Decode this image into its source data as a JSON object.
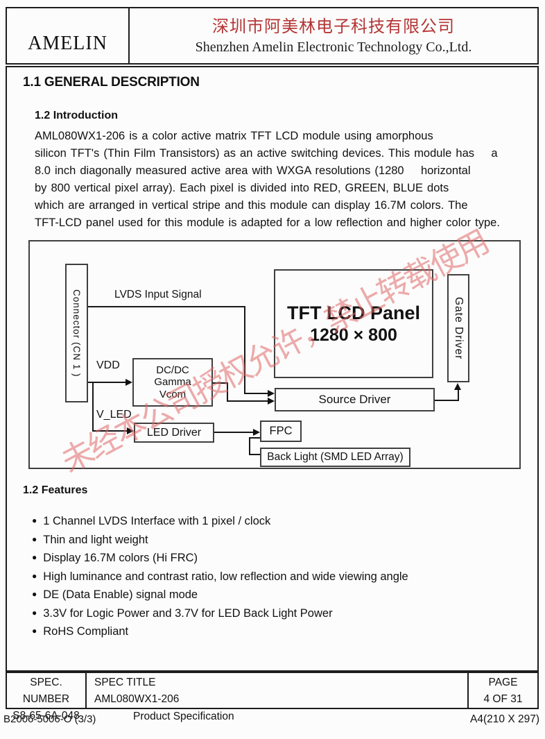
{
  "colors": {
    "company_red": "#b53535",
    "watermark_red": "#e06868",
    "text": "#111111",
    "border": "#1c1c1c"
  },
  "header": {
    "logo": "AMELIN",
    "company_cn": "深圳市阿美林电子科技有限公司",
    "company_en": "Shenzhen Amelin Electronic Technology Co.,Ltd."
  },
  "section": {
    "title": "1.1 GENERAL DESCRIPTION",
    "intro_heading": "1.2 Introduction",
    "intro_lines": [
      "AML080WX1-206 is a color active matrix TFT LCD module using amorphous",
      "silicon TFT's (Thin Film Transistors) as an active switching devices. This module has    a",
      "8.0 inch diagonally measured active area with WXGA resolutions (1280    horizontal",
      "by 800 vertical pixel array). Each pixel is divided into RED, GREEN, BLUE dots",
      "which are arranged in vertical stripe and this module can display 16.7M colors. The",
      "TFT-LCD panel used for this module is adapted for a low reflection and higher color type."
    ]
  },
  "diagram": {
    "connector": "Connector (CN 1 )",
    "lvds_label": "LVDS Input Signal",
    "vdd_label": "VDD",
    "vled_label": "V_LED",
    "dcdc_lines": [
      "DC/DC",
      "Gamma",
      "Vcom"
    ],
    "tft_title": "TFT LCD Panel",
    "tft_res": "1280 × 800",
    "gate_driver": "Gate Driver",
    "source_driver": "Source Driver",
    "led_driver": "LED Driver",
    "fpc": "FPC",
    "backlight": "Back Light (SMD LED Array)"
  },
  "watermark": {
    "text": "未经本公司授权允许，禁止转载使用"
  },
  "features": {
    "heading": "1.2 Features",
    "bullet_glyph": "●",
    "items": [
      "1 Channel LVDS Interface with 1 pixel / clock",
      "Thin and light weight",
      "Display 16.7M colors (Hi FRC)",
      "High luminance and contrast ratio, low reflection and wide viewing angle",
      "DE (Data Enable) signal mode",
      "3.3V for Logic Power and 3.7V for LED Back Light Power",
      "RoHS Compliant"
    ]
  },
  "footer": {
    "spec_number_label": "SPEC. NUMBER",
    "spec_number": "S8-65-6A-048",
    "spec_title_label": "SPEC TITLE",
    "spec_title": "AML080WX1-206",
    "page_label": "PAGE",
    "page": "4  OF 31",
    "doc_code": "B2006-5006-O (3/3)",
    "doc_type": "Product Specification",
    "paper": "A4(210 X 297)"
  }
}
